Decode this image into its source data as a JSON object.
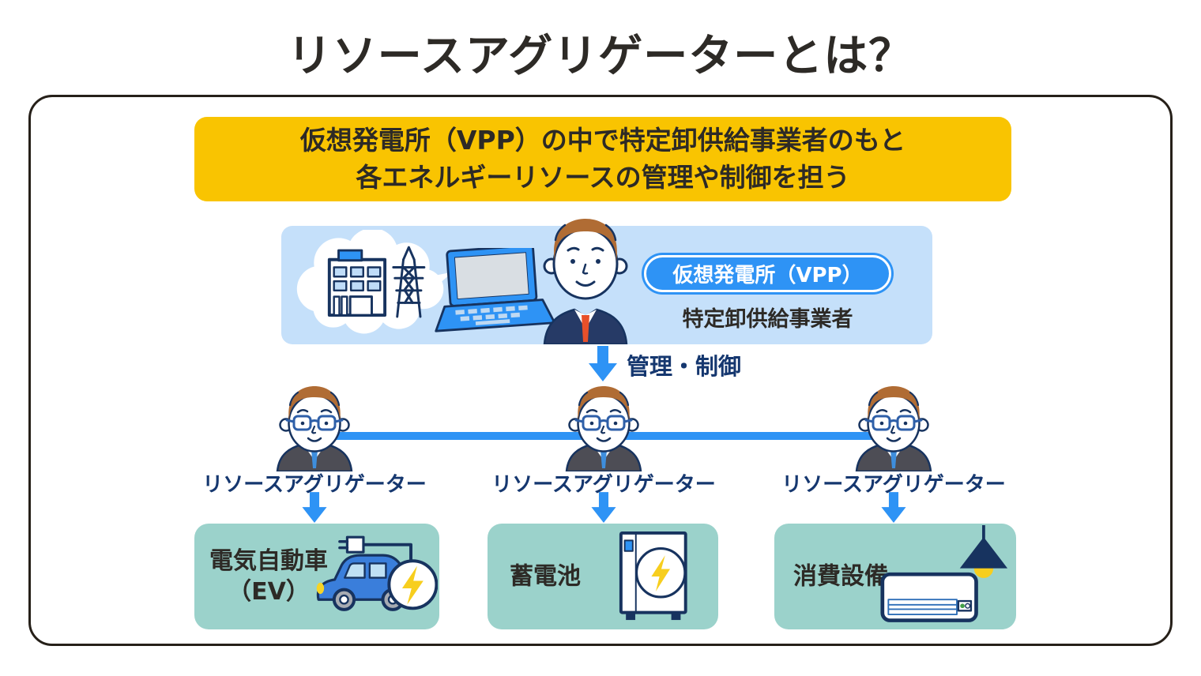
{
  "title": "リソースアグリゲーターとは？",
  "banner": {
    "line1": "仮想発電所（VPP）の中で特定卸供給事業者のもと",
    "line2": "各エネルギーリソースの管理や制御を担う"
  },
  "vpp": {
    "badge_label": "仮想発電所（VPP）",
    "operator_label": "特定卸供給事業者"
  },
  "manage_arrow_label": "管理・制御",
  "aggregators": [
    {
      "label": "リソースアグリゲーター"
    },
    {
      "label": "リソースアグリゲーター"
    },
    {
      "label": "リソースアグリゲーター"
    }
  ],
  "resources": [
    {
      "line1": "電気自動車",
      "line2": "（EV）",
      "icon": "ev-car-icon"
    },
    {
      "line1": "蓄電池",
      "icon": "storage-battery-icon"
    },
    {
      "line1": "消費設備",
      "icon": "consumption-equipment-icon"
    }
  ],
  "colors": {
    "accent_yellow": "#F9C401",
    "accent_blue": "#2E93F5",
    "panel_blue": "#C5E0FA",
    "navy_text": "#15376F",
    "teal": "#9BD2CB",
    "ink": "#2D2A26",
    "outline_navy": "#17335F"
  }
}
